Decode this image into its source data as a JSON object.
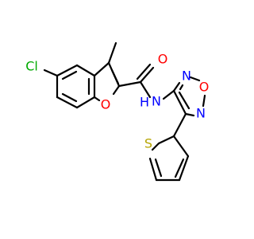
{
  "colors": {
    "bond": "#000000",
    "carbon": "#000000",
    "oxygen": "#ff0000",
    "nitrogen": "#0000ff",
    "chlorine": "#00aa00",
    "sulfur": "#b5a400"
  },
  "atoms": {
    "chlorine": "Cl",
    "amide_oxygen": "O",
    "furan_oxygen": "O",
    "amide_nitrogen": "N",
    "amide_hydrogen": "H",
    "oxadiazole_n_top": "N",
    "oxadiazole_o": "O",
    "oxadiazole_n_bottom": "N",
    "thiophene_sulfur": "S"
  }
}
